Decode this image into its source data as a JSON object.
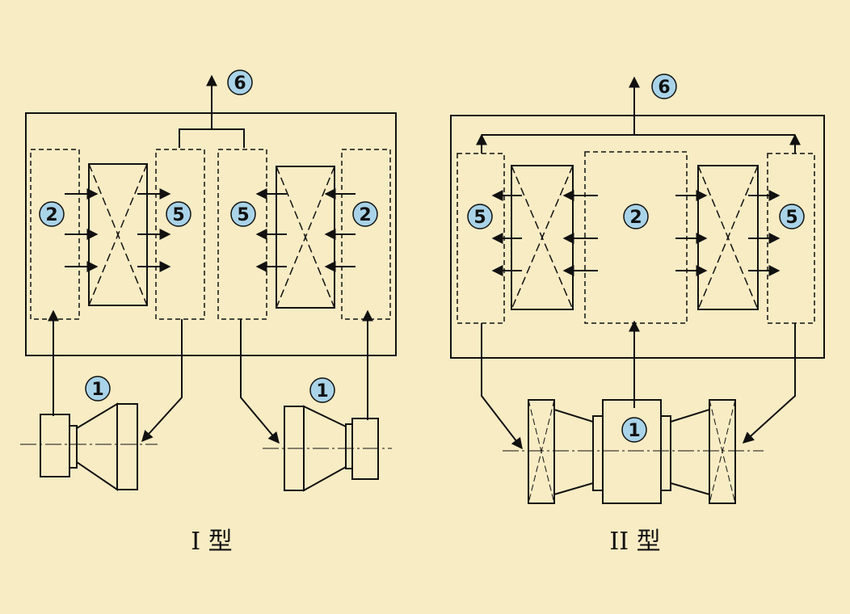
{
  "colors": {
    "background": "#f7ecc4",
    "badge_fill": "#a9d3e8",
    "ink": "#111111"
  },
  "labels": {
    "outlet": "6",
    "inlet": "2",
    "outlet_chamber": "5",
    "fan": "1"
  },
  "captions": {
    "type1": "I 型",
    "type2": "II 型"
  }
}
